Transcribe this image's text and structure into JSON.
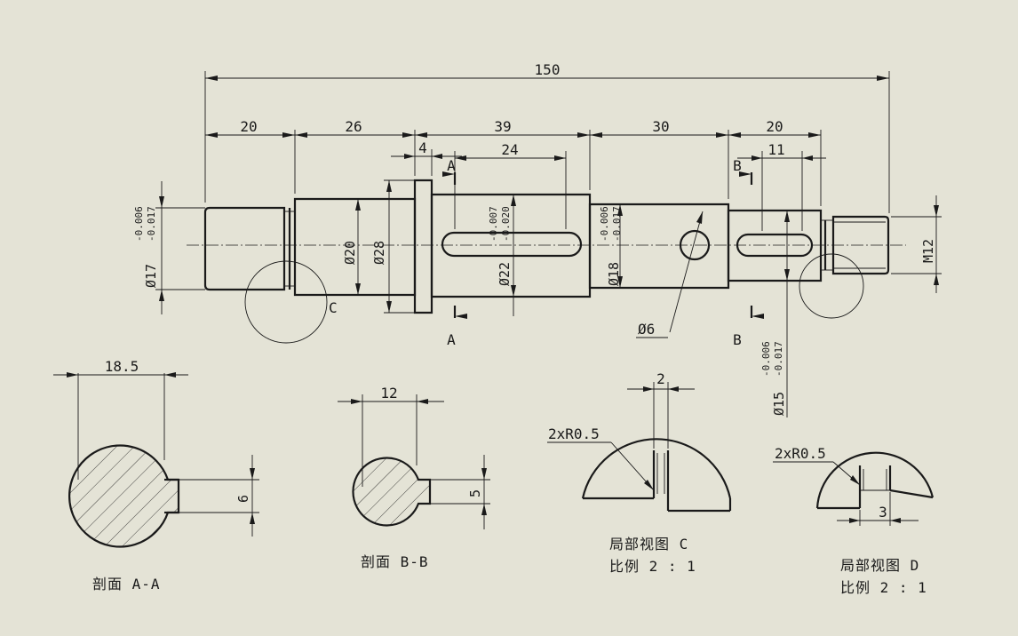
{
  "colors": {
    "background": "#e4e3d6",
    "line": "#1a1a1a"
  },
  "main_view": {
    "dim_total": "150",
    "dim_seg1": "20",
    "dim_seg2": "26",
    "dim_seg3": "39",
    "dim_seg4": "30",
    "dim_seg5": "20",
    "dim_collar": "4",
    "dim_key_a": "24",
    "dim_key_b": "11",
    "label_a": "A",
    "label_b": "B",
    "label_c": "C",
    "dia_17": "Ø17",
    "tol_17_upper": "-0.006",
    "tol_17_lower": "-0.017",
    "dia_20": "Ø20",
    "dia_28": "Ø28",
    "dia_22": "Ø22",
    "tol_22_upper": "-0.007",
    "tol_22_lower": "-0.020",
    "dia_18": "Ø18",
    "tol_18_upper": "-0.006",
    "tol_18_lower": "-0.017",
    "hole_6": "Ø6",
    "dia_15": "Ø15",
    "tol_15_upper": "-0.006",
    "tol_15_lower": "-0.017",
    "thread": "M12"
  },
  "section_aa": {
    "dim_width": "18.5",
    "dim_key": "6",
    "caption": "剖面 A-A"
  },
  "section_bb": {
    "dim_width": "12",
    "dim_key": "5",
    "caption": "剖面 B-B"
  },
  "detail_c": {
    "dim_top": "2",
    "radius_note": "2xR0.5",
    "caption": "局部视图 C",
    "scale": "比例 2 : 1"
  },
  "detail_d": {
    "radius_note": "2xR0.5",
    "dim_bottom": "3",
    "caption": "局部视图 D",
    "scale": "比例 2 : 1"
  }
}
